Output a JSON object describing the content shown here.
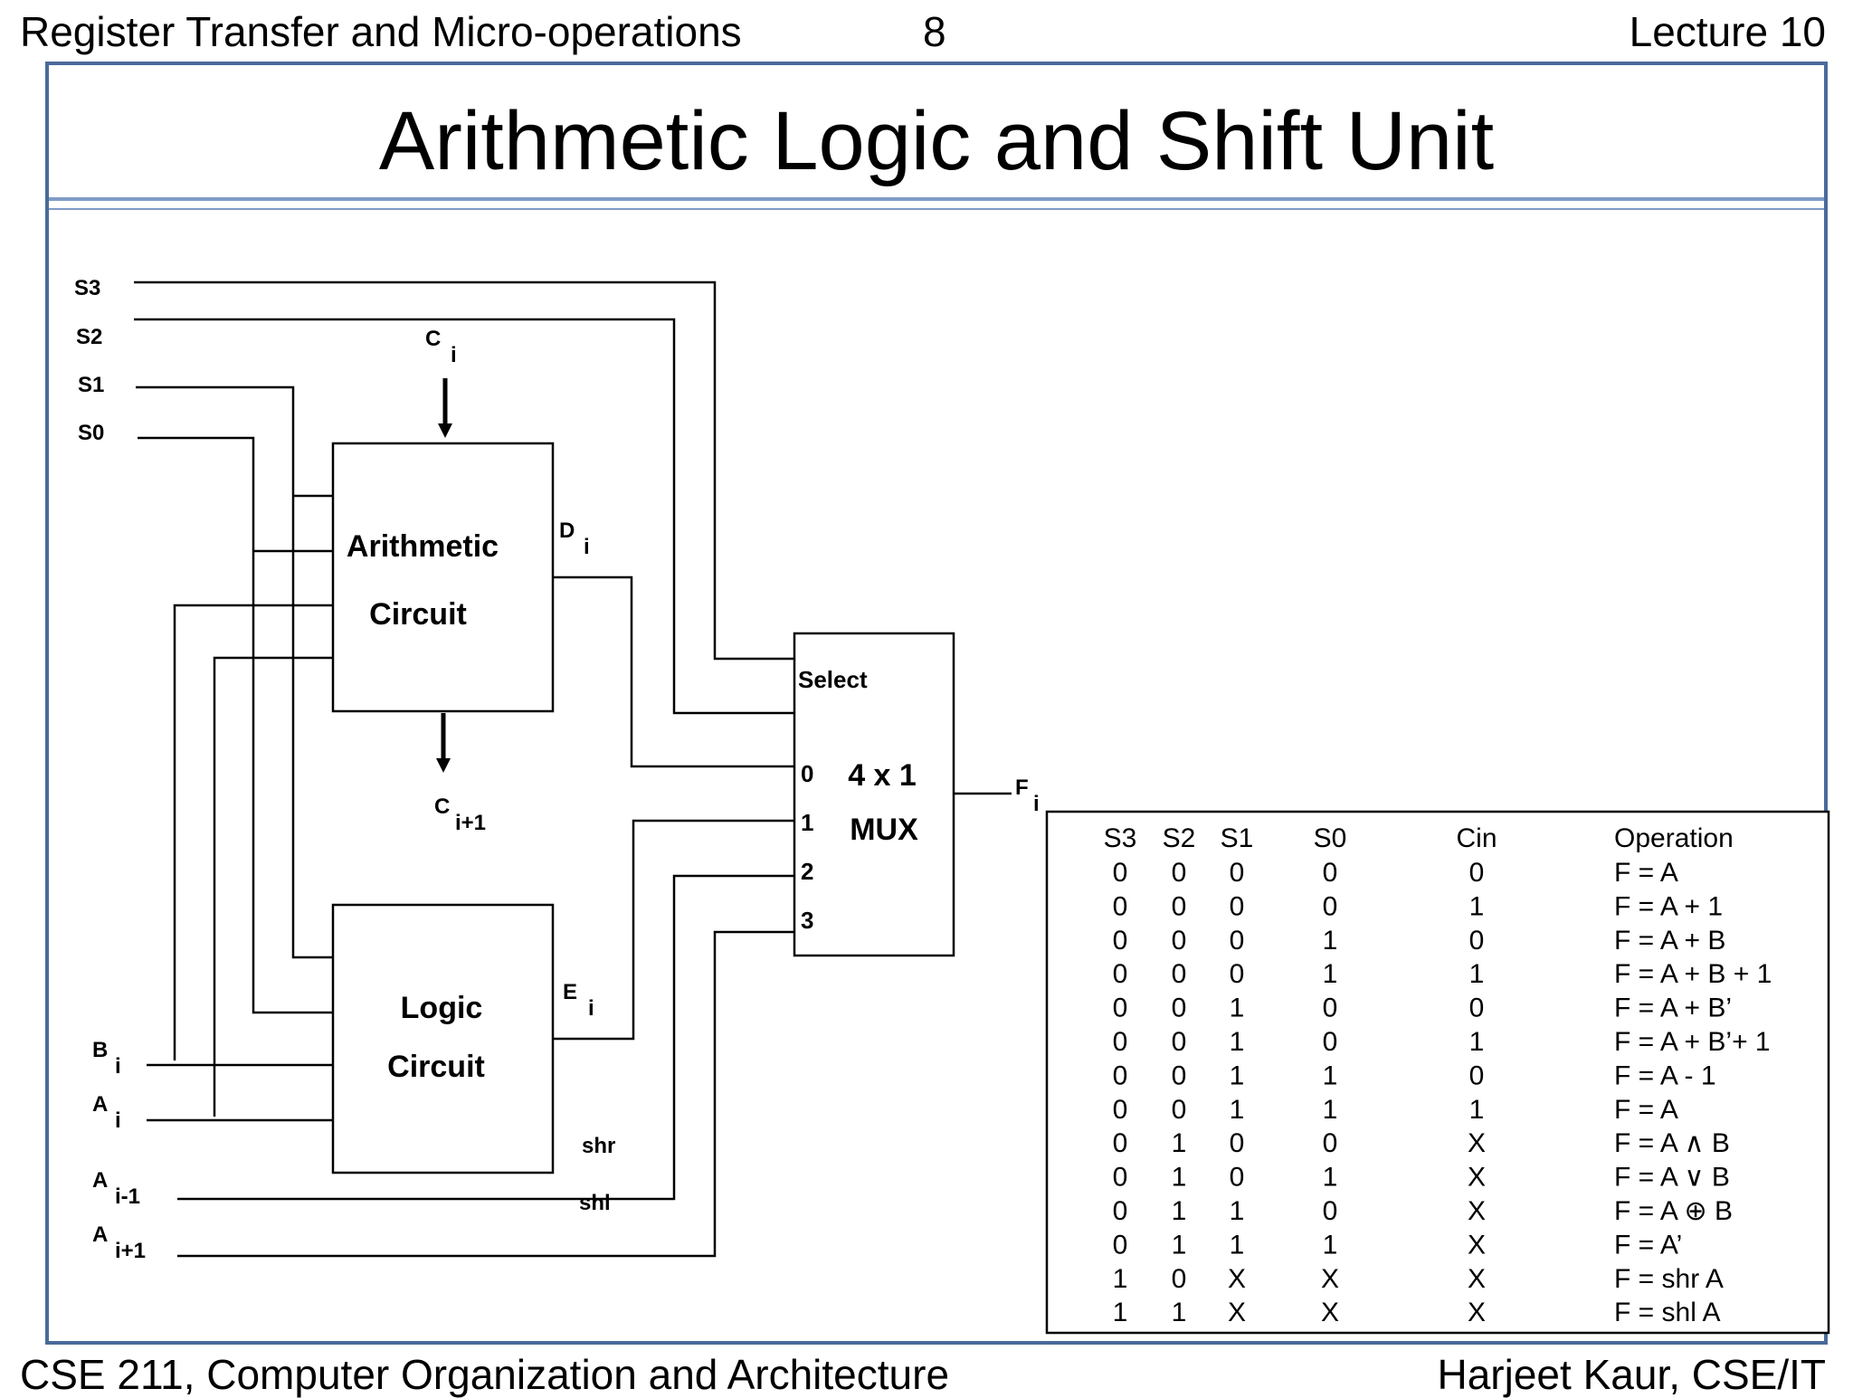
{
  "header": {
    "left": "Register Transfer and Micro-operations",
    "page_number": "8",
    "right": "Lecture 10"
  },
  "title": "Arithmetic Logic and Shift Unit",
  "footer": {
    "left": "CSE 211, Computer Organization and Architecture",
    "right": "Harjeet Kaur, CSE/IT"
  },
  "diagram": {
    "select_inputs": [
      "S3",
      "S2",
      "S1",
      "S0"
    ],
    "carry_in": {
      "base": "C",
      "sub": "i"
    },
    "carry_out": {
      "base": "C",
      "sub": "i+1"
    },
    "arithmetic_block": [
      "Arithmetic",
      "Circuit"
    ],
    "logic_block": [
      "Logic",
      "Circuit"
    ],
    "d_output": {
      "base": "D",
      "sub": "i"
    },
    "e_output": {
      "base": "E",
      "sub": "i"
    },
    "b_input": {
      "base": "B",
      "sub": "i"
    },
    "a_input": {
      "base": "A",
      "sub": "i"
    },
    "a_prev": {
      "base": "A",
      "sub": "i-1"
    },
    "a_next": {
      "base": "A",
      "sub": "i+1"
    },
    "shr_label": "shr",
    "shl_label": "shl",
    "mux": {
      "select_label": "Select",
      "name_line1": "4 x 1",
      "name_line2": "MUX",
      "inputs": [
        "0",
        "1",
        "2",
        "3"
      ]
    },
    "output": {
      "base": "F",
      "sub": "i"
    }
  },
  "table": {
    "headers": [
      "S3",
      "S2",
      "S1",
      "S0",
      "Cin",
      "Operation"
    ],
    "rows": [
      [
        "0",
        "0",
        "0",
        "0",
        "0",
        "F = A"
      ],
      [
        "0",
        "0",
        "0",
        "0",
        "1",
        "F = A + 1"
      ],
      [
        "0",
        "0",
        "0",
        "1",
        "0",
        "F = A + B"
      ],
      [
        "0",
        "0",
        "0",
        "1",
        "1",
        "F = A + B + 1"
      ],
      [
        "0",
        "0",
        "1",
        "0",
        "0",
        "F = A + B’"
      ],
      [
        "0",
        "0",
        "1",
        "0",
        "1",
        "F = A + B’+ 1"
      ],
      [
        "0",
        "0",
        "1",
        "1",
        "0",
        "F = A - 1"
      ],
      [
        "0",
        "0",
        "1",
        "1",
        "1",
        "F = A"
      ],
      [
        "0",
        "1",
        "0",
        "0",
        "X",
        "F = A ∧ B"
      ],
      [
        "0",
        "1",
        "0",
        "1",
        "X",
        "F = A ∨ B"
      ],
      [
        "0",
        "1",
        "1",
        "0",
        "X",
        "F = A ⊕ B"
      ],
      [
        "0",
        "1",
        "1",
        "1",
        "X",
        "F = A’"
      ],
      [
        "1",
        "0",
        "X",
        "X",
        "X",
        "F = shr A"
      ],
      [
        "1",
        "1",
        "X",
        "X",
        "X",
        "F = shl A"
      ]
    ]
  }
}
